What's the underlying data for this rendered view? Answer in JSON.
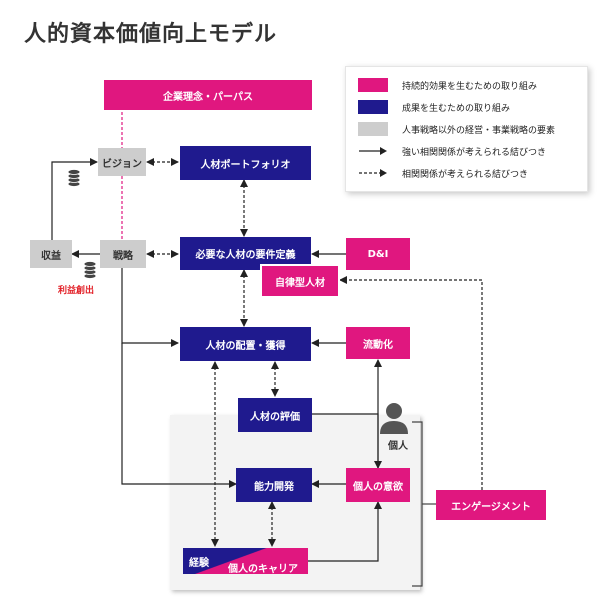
{
  "title": "人的資本価値向上モデル",
  "colors": {
    "magenta": "#e0177f",
    "blue": "#1f1a8e",
    "gray": "#cdcdcd",
    "profit_red": "#e21f26"
  },
  "legend": [
    {
      "kind": "swatch",
      "color": "#e0177f",
      "label": "持続的効果を生むための取り組み"
    },
    {
      "kind": "swatch",
      "color": "#1f1a8e",
      "label": "成果を生むための取り組み"
    },
    {
      "kind": "swatch",
      "color": "#cdcdcd",
      "label": "人事戦略以外の経営・事業戦略の要素"
    },
    {
      "kind": "solid-arrow",
      "label": "強い相関関係が考えられる結びつき"
    },
    {
      "kind": "dashed-arrow",
      "label": "相関関係が考えられる結びつき"
    }
  ],
  "nodes": {
    "purpose": "企業理念・パーパス",
    "vision": "ビジョン",
    "strategy": "戦略",
    "revenue": "収益",
    "profit": "利益創出",
    "portfolio": "人材ポートフォリオ",
    "requirements": "必要な人材の要件定義",
    "di": "D&I",
    "autonomous": "自律型人材",
    "placement": "人材の配置・獲得",
    "mobility": "流動化",
    "evaluation": "人材の評価",
    "individual": "個人",
    "ability": "能力開発",
    "will": "個人の意欲",
    "engagement": "エンゲージメント",
    "experience": "経験",
    "career": "個人のキャリア"
  },
  "icons": {
    "person": "person-icon",
    "coins": "coin-stack-icon"
  }
}
